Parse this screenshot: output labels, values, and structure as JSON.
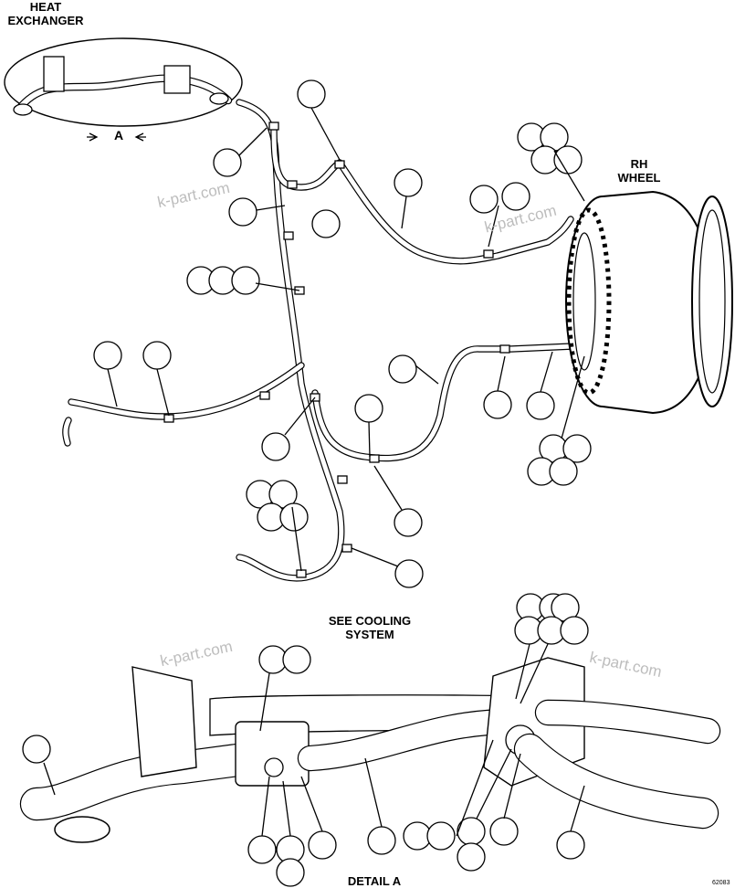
{
  "labels": {
    "heat_exchanger_line1": "HEAT",
    "heat_exchanger_line2": "EXCHANGER",
    "view_marker": "A",
    "rh_wheel_line1": "RH",
    "rh_wheel_line2": "WHEEL",
    "see_cooling_line1": "SEE COOLING",
    "see_cooling_line2": "SYSTEM",
    "detail": "DETAIL A"
  },
  "watermark": "k-part.com",
  "figure_code": "62083",
  "colors": {
    "line": "#000000",
    "watermark": "#bdbdbd",
    "background": "#ffffff"
  }
}
